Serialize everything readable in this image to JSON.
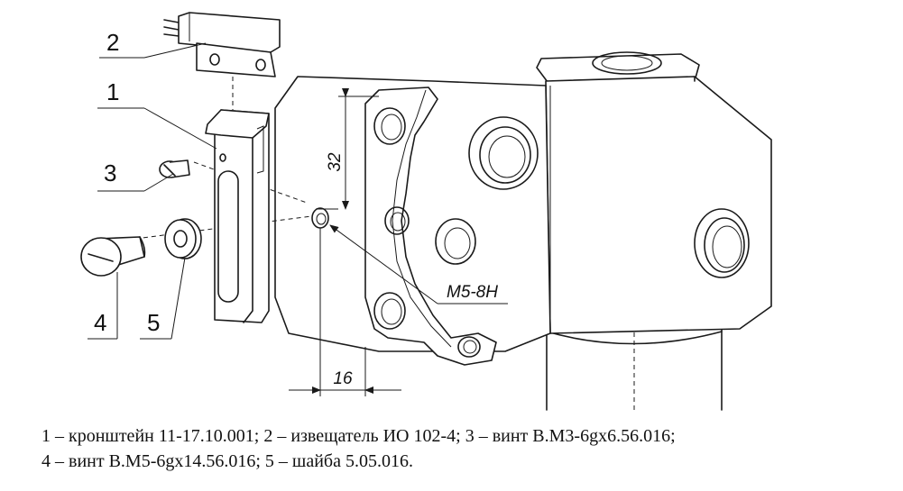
{
  "callouts": {
    "c1": "1",
    "c2": "2",
    "c3": "3",
    "c4": "4",
    "c5": "5"
  },
  "dimensions": {
    "vertical": "32",
    "horizontal": "16",
    "thread": "M5-8H"
  },
  "caption": {
    "line1": "1 – кронштейн 11-17.10.001; 2 – извещатель ИО 102-4; 3 – винт В.М3-6gх6.56.016;",
    "line2": "4 – винт В.М5-6gх14.56.016; 5 – шайба 5.05.016."
  }
}
